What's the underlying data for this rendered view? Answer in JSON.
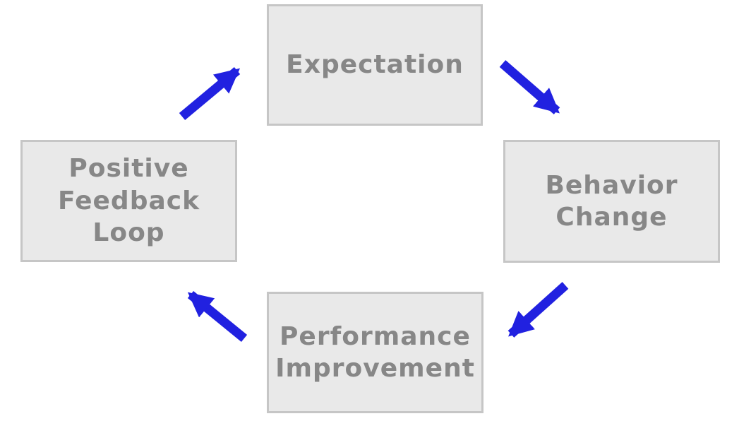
{
  "diagram": {
    "nodes": [
      {
        "id": "expectation",
        "label": "Expectation"
      },
      {
        "id": "behavior-change",
        "label": "Behavior\nChange"
      },
      {
        "id": "performance-improvement",
        "label": "Performance\nImprovement"
      },
      {
        "id": "positive-feedback-loop",
        "label": "Positive\nFeedback\nLoop"
      }
    ],
    "edges": [
      {
        "from": "positive-feedback-loop",
        "to": "expectation",
        "direction": "up-right"
      },
      {
        "from": "expectation",
        "to": "behavior-change",
        "direction": "down-right"
      },
      {
        "from": "behavior-change",
        "to": "performance-improvement",
        "direction": "down-left"
      },
      {
        "from": "performance-improvement",
        "to": "positive-feedback-loop",
        "direction": "up-left"
      }
    ]
  },
  "colors": {
    "arrow": "#2121e0",
    "node_fill": "#e9e9e9",
    "node_border": "#c6c6c6",
    "node_text": "#878787",
    "background": "#ffffff"
  }
}
